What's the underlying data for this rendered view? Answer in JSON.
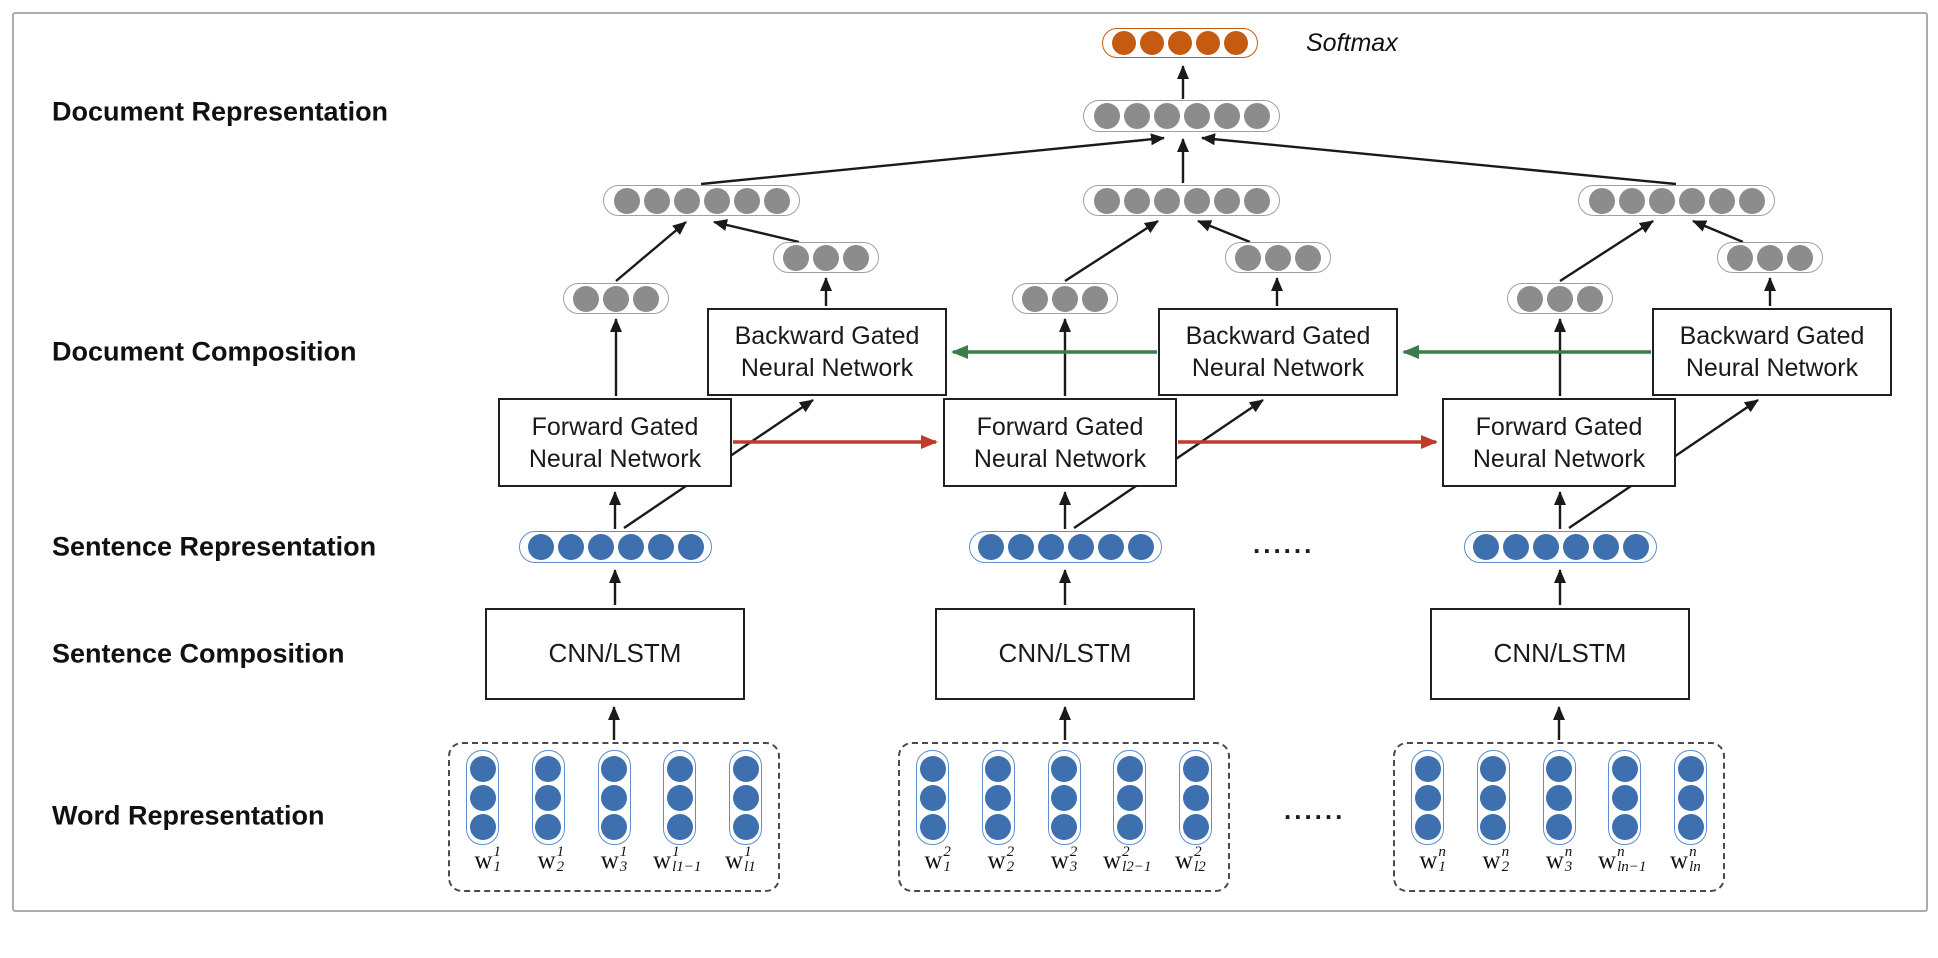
{
  "title_labels": {
    "softmax": "Softmax",
    "rows": [
      "Document Representation",
      "Document Composition",
      "Sentence Representation",
      "Sentence Composition",
      "Word Representation"
    ],
    "ellipsis_sentence": "......",
    "ellipsis_word": "......"
  },
  "boxes": {
    "backward": {
      "line1": "Backward Gated",
      "line2": "Neural Network"
    },
    "forward": {
      "line1": "Forward Gated",
      "line2": "Neural Network"
    },
    "cnn": {
      "label": "CNN/LSTM"
    }
  },
  "word_symbol": "w",
  "word_groups": [
    {
      "words": [
        {
          "sup": "1",
          "sub": "1"
        },
        {
          "sup": "1",
          "sub": "2"
        },
        {
          "sup": "1",
          "sub": "3"
        },
        {
          "sup": "1",
          "sub": "l1−1"
        },
        {
          "sup": "1",
          "sub": "l1"
        }
      ]
    },
    {
      "words": [
        {
          "sup": "2",
          "sub": "1"
        },
        {
          "sup": "2",
          "sub": "2"
        },
        {
          "sup": "2",
          "sub": "3"
        },
        {
          "sup": "2",
          "sub": "l2−1"
        },
        {
          "sup": "2",
          "sub": "l2"
        }
      ]
    },
    {
      "words": [
        {
          "sup": "n",
          "sub": "1"
        },
        {
          "sup": "n",
          "sub": "2"
        },
        {
          "sup": "n",
          "sub": "3"
        },
        {
          "sup": "n",
          "sub": "ln−1"
        },
        {
          "sup": "n",
          "sub": "ln"
        }
      ]
    }
  ],
  "capsule_dots": {
    "softmax": 5,
    "document": 6,
    "document_annotation": 6,
    "gate_output": 3,
    "sentence_representation": 6,
    "word_vector": 3
  },
  "word_vectors_per_sentence": 5,
  "colors": {
    "blue_dot": "#3E6FAF",
    "blue_capsule_border": "#5E8FCB",
    "gray_dot": "#8C8C8C",
    "gray_capsule_border": "#A0A0A0",
    "orange_dot": "#C55A11",
    "orange_capsule_border": "#C55A11",
    "red_arrow": "#BE3D2A",
    "green_arrow": "#3B7D4A",
    "black": "#1A1A1A",
    "frame_border": "#ACACAC"
  }
}
